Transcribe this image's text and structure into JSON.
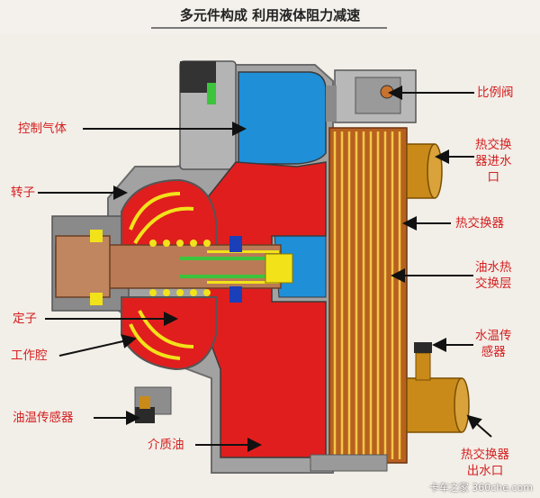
{
  "title": "多元件构成 利用液体阻力减速",
  "labels": {
    "control_gas": "控制气体",
    "rotor": "转子",
    "stator": "定子",
    "working_chamber": "工作腔",
    "oil_temp_sensor": "油温传感器",
    "medium_oil": "介质油",
    "proportional_valve": "比例阀",
    "hx_water_inlet_l1": "热交换",
    "hx_water_inlet_l2": "器进水",
    "hx_water_inlet_l3": "口",
    "heat_exchanger": "热交换器",
    "oil_water_hx_l1": "油水热",
    "oil_water_hx_l2": "交换层",
    "water_temp_sensor_l1": "水温传",
    "water_temp_sensor_l2": "感器",
    "hx_outlet_l1": "热交换器",
    "hx_outlet_l2": "出水口"
  },
  "watermark": "卡车之家 360che.com",
  "colors": {
    "label": "#d42020",
    "oil": "#e01e1e",
    "gas": "#1f8fd8",
    "housing": "#9a9a9a",
    "copper": "#c8722e",
    "brass": "#c98a1a",
    "shaft": "#b97a55",
    "accent_yellow": "#f2e21a",
    "accent_green": "#3cc43c"
  }
}
